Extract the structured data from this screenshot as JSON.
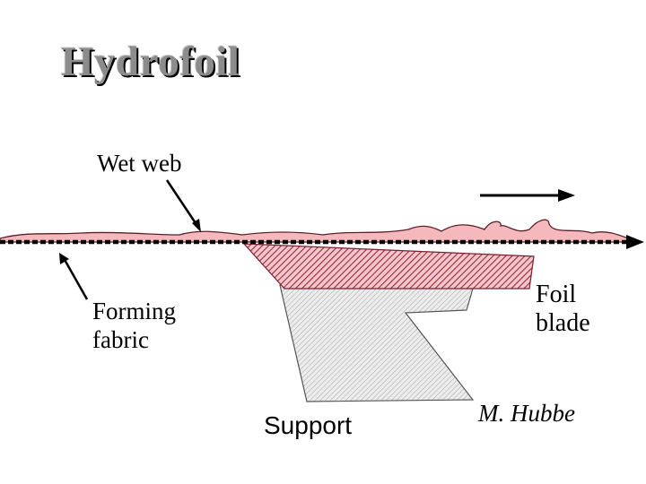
{
  "title": "Hydrofoil",
  "labels": {
    "wet_web": "Wet web",
    "forming_line1": "Forming",
    "forming_line2": "fabric",
    "foil_line1": "Foil",
    "foil_line2": "blade",
    "support": "Support",
    "author": "M. Hubbe"
  },
  "colors": {
    "web_fill": "#f4b8bd",
    "blade_hatch": "#9e2a3a",
    "support_hatch": "#9a9a9a",
    "fabric": "#000000"
  }
}
